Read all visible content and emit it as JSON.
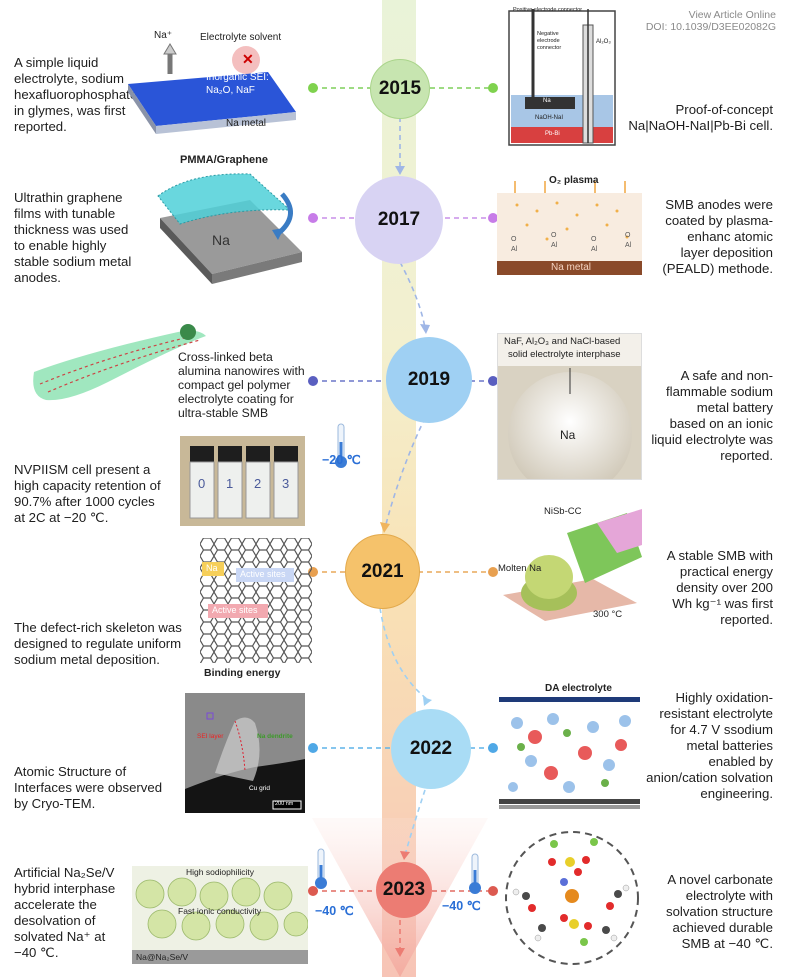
{
  "header": {
    "link": "View Article Online",
    "doi": "DOI: 10.1039/D3EE02082G"
  },
  "years": [
    "2015",
    "2017",
    "2019",
    "2021",
    "2022",
    "2023"
  ],
  "colors": {
    "y2015": "#c7e5b0",
    "y2017": "#d8d3f3",
    "y2019": "#9fd0f3",
    "y2021": "#f5c26b",
    "y2022": "#a9dcf5",
    "y2023": "#ec7c73",
    "spine": "#f6e8b8",
    "accent_temp": "#2a6fd6"
  },
  "events": {
    "e2015_left": [
      "A simple liquid",
      "electrolyte, sodium",
      "hexafluorophosphate",
      "in glymes, was first",
      "reported."
    ],
    "e2015_right": [
      "Proof-of-concept",
      "Na|NaOH-NaI|Pb-Bi cell."
    ],
    "e2017_left": [
      "Ultrathin graphene",
      "films with tunable",
      "thickness was used",
      "to enable highly",
      "stable sodium metal",
      "anodes."
    ],
    "e2017_right": [
      "SMB anodes were",
      "coated by plasma-",
      "enhanc atomic",
      "layer deposition",
      "(PEALD) methode."
    ],
    "e2019_left": [
      "Cross-linked beta",
      "alumina nanowires with",
      "compact gel polymer",
      "electrolyte coating for",
      "ultra-stable SMB"
    ],
    "e2019_right": [
      "A safe and non-",
      "flammable sodium",
      "metal battery",
      "based on an ionic",
      "liquid electrolyte was",
      "reported."
    ],
    "e2020_left": [
      "NVPIISM cell present a",
      "high capacity retention of",
      "90.7% after 1000 cycles",
      "at 2C at −20 ℃."
    ],
    "e2021_left": [
      "The defect-rich skeleton was",
      "designed to regulate uniform",
      "sodium metal deposition."
    ],
    "e2021_right": [
      "A stable SMB with",
      "practical energy",
      "density over 200",
      "Wh kg⁻¹ was first",
      "reported."
    ],
    "e2022_left": [
      "Atomic Structure of",
      "Interfaces were observed",
      "by Cryo-TEM."
    ],
    "e2022_right": [
      "Highly oxidation-",
      "resistant electrolyte",
      "for 4.7 V ssodium",
      "metal batteries",
      "enabled by",
      "anion/cation solvation",
      "engineering."
    ],
    "e2023_left": [
      "Artificial Na₂Se/V",
      "hybrid interphase",
      "accelerate the",
      "desolvation of",
      "solvated Na⁺ at",
      "−40 ℃."
    ],
    "e2023_right": [
      "A novel  carbonate",
      "electrolyte with",
      "solvation structure",
      "achieved durable",
      "SMB at −40 ℃."
    ]
  },
  "figure_labels": {
    "f2015a_na": "Na⁺",
    "f2015a_solvent": "Electrolyte solvent",
    "f2015a_sei1": "Inorganic SEI:",
    "f2015a_sei2": "Na₂O, NaF",
    "f2015a_metal": "Na metal",
    "f2015b_pos": "Positive electrode connector",
    "f2015b_neg": "Negative electrode connector",
    "f2015b_al2o3": "Al₂O₃",
    "f2015b_na": "Na",
    "f2015b_naoh": "NaOH-NaI",
    "f2015b_pbbi": "Pb-Bi",
    "f2017a_title": "PMMA/Graphene",
    "f2017a_na": "Na",
    "f2017b_plasma": "O₂ plasma",
    "f2017b_metal": "Na metal",
    "f2019b_cap1": "NaF, Al₂O₃ and NaCl-based",
    "f2019b_cap2": "solid electrolyte interphase",
    "f2019b_na": "Na",
    "f2020_temp": "−20 ℃",
    "f2020_vials": [
      "0",
      "1",
      "2",
      "3"
    ],
    "f2021a_na": "Na",
    "f2021a_sites1": "Active sites",
    "f2021a_sites2": "Active sites",
    "f2021a_energy": "Binding energy",
    "f2021b_nisb": "NiSb-CC",
    "f2021b_molten": "Molten Na",
    "f2021b_temp": "300 °C",
    "f2022a_sei": "SEI layer",
    "f2022a_dendrite": "Na dendrite",
    "f2022a_cu": "Cu grid",
    "f2022a_scale": "200 nm",
    "f2022b_title": "DA electrolyte",
    "f2023a_top": "High sodiophilicity",
    "f2023a_mid": "Fast ionic conductivity",
    "f2023a_bot": "Na@Na₂Se/V",
    "f2023_temp_left": "−40 ℃",
    "f2023_temp_right": "−40 ℃"
  }
}
